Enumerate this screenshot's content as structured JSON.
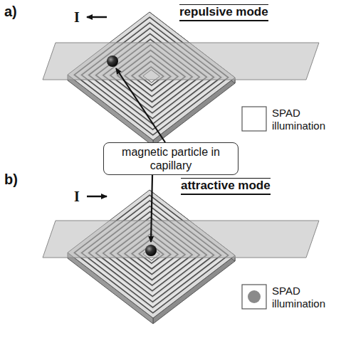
{
  "diagram": {
    "nodes": [
      {
        "text": [
          "magnetic particle in capillary"
        ]
      }
    ],
    "labels": [
      "a)",
      "repulsive mode",
      "I",
      "SPAD illumination",
      "b)",
      "attractive mode",
      "I",
      "SPAD illumination"
    ]
  }
}
